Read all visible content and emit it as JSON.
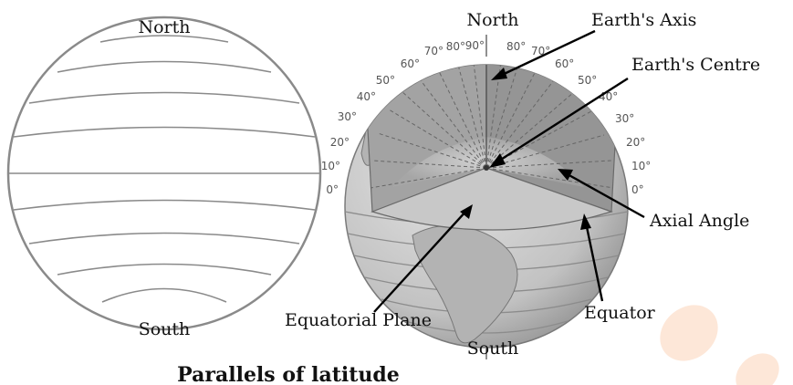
{
  "left_globe": {
    "north_label": "North",
    "south_label": "South"
  },
  "right_globe": {
    "north_label": "North",
    "south_label": "South",
    "callouts": {
      "earths_axis": "Earth's Axis",
      "earths_centre": "Earth's Centre",
      "axial_angle": "Axial Angle",
      "equatorial_plane": "Equatorial Plane",
      "equator": "Equator"
    },
    "degree_labels_left": [
      "90°",
      "80°",
      "70°",
      "60°",
      "50°",
      "40°",
      "30°",
      "20°",
      "10°",
      "0°"
    ],
    "degree_labels_right": [
      "80°",
      "70°",
      "60°",
      "50°",
      "40°",
      "30°",
      "20°",
      "10°",
      "0°"
    ]
  },
  "caption": "Parallels of latitude",
  "colors": {
    "outline": "#888888",
    "globe_fill": "#c9c9c9",
    "cut_face": "#9a9a9a",
    "watermark": "#fde7d8"
  }
}
